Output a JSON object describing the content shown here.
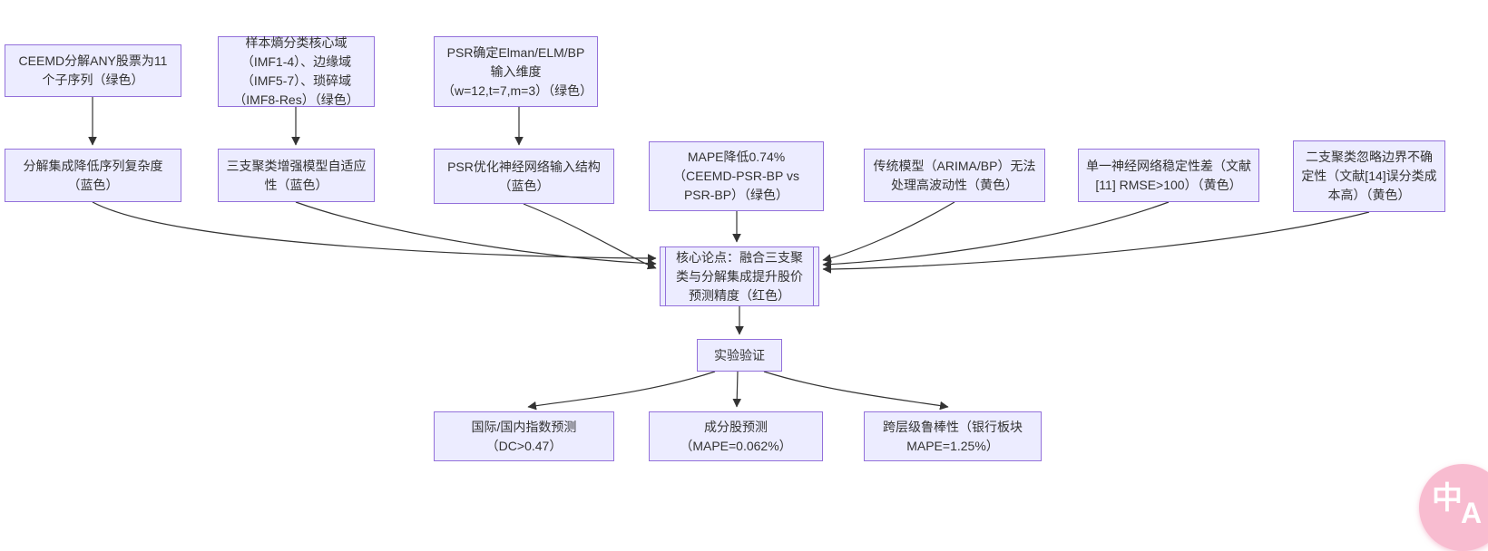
{
  "diagram": {
    "nodes": {
      "ceemd": {
        "label": "CEEMD分解ANY股票为11个子序列（绿色）"
      },
      "entropy": {
        "label": "样本熵分类核心域（IMF1-4）、边缘域（IMF5-7）、琐碎域（IMF8-Res）（绿色）"
      },
      "psr_dim": {
        "label": "PSR确定Elman/ELM/BP输入维度（w=12,t=7,m=3）（绿色）"
      },
      "decomp": {
        "label": "分解集成降低序列复杂度（蓝色）"
      },
      "three_way": {
        "label": "三支聚类增强模型自适应性（蓝色）"
      },
      "psr_opt": {
        "label": "PSR优化神经网络输入结构（蓝色）"
      },
      "mape": {
        "label": "MAPE降低0.74%（CEEMD-PSR-BP vs PSR-BP）（绿色）"
      },
      "traditional": {
        "label": "传统模型（ARIMA/BP）无法处理高波动性（黄色）"
      },
      "single_nn": {
        "label": "单一神经网络稳定性差（文献[11] RMSE>100）（黄色）"
      },
      "two_way": {
        "label": "二支聚类忽略边界不确定性（文献[14]误分类成本高）（黄色）"
      },
      "core": {
        "label": "核心论点：融合三支聚类与分解集成提升股价预测精度（红色）"
      },
      "experiment": {
        "label": "实验验证"
      },
      "index_pred": {
        "label": "国际/国内指数预测（DC>0.47）"
      },
      "stock_pred": {
        "label": "成分股预测（MAPE=0.062%）"
      },
      "robustness": {
        "label": "跨层级鲁棒性（银行板块MAPE=1.25%）"
      }
    },
    "edges": [
      {
        "from": "ceemd",
        "to": "decomp"
      },
      {
        "from": "entropy",
        "to": "three_way"
      },
      {
        "from": "psr_dim",
        "to": "psr_opt"
      },
      {
        "from": "decomp",
        "to": "core"
      },
      {
        "from": "three_way",
        "to": "core"
      },
      {
        "from": "psr_opt",
        "to": "core"
      },
      {
        "from": "mape",
        "to": "core"
      },
      {
        "from": "traditional",
        "to": "core"
      },
      {
        "from": "single_nn",
        "to": "core"
      },
      {
        "from": "two_way",
        "to": "core"
      },
      {
        "from": "core",
        "to": "experiment"
      },
      {
        "from": "experiment",
        "to": "index_pred"
      },
      {
        "from": "experiment",
        "to": "stock_pred"
      },
      {
        "from": "experiment",
        "to": "robustness"
      }
    ],
    "colors": {
      "node_fill": "#ECECFF",
      "node_border": "#9370DB",
      "edge": "#333333",
      "text": "#333333",
      "badge_pink": "#f8bcd0"
    }
  },
  "float_button": {
    "zh_char": "中",
    "en_char": "A"
  }
}
